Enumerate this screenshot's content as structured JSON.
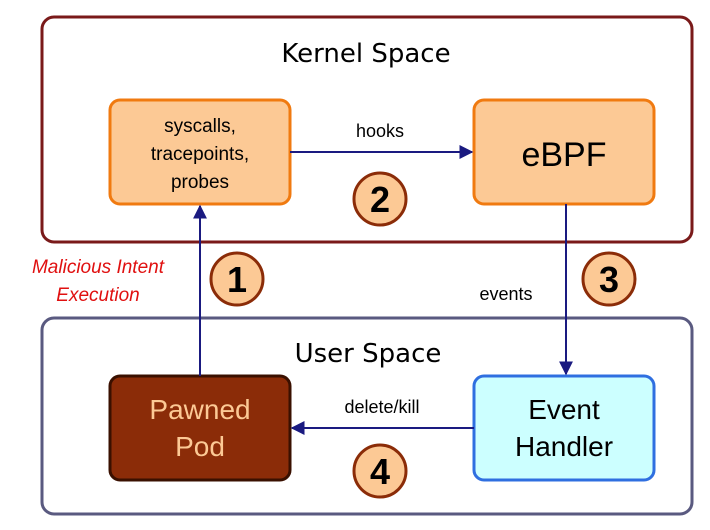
{
  "regions": {
    "kernel": {
      "title": "Kernel Space"
    },
    "user": {
      "title": "User Space"
    }
  },
  "nodes": {
    "syscalls": {
      "lines": [
        "syscalls,",
        "tracepoints,",
        "probes"
      ]
    },
    "ebpf": {
      "label": "eBPF"
    },
    "handler": {
      "lines": [
        "Event",
        "Handler"
      ]
    },
    "pod": {
      "lines": [
        "Pawned",
        "Pod"
      ]
    }
  },
  "edges": {
    "hooks": "hooks",
    "events": "events",
    "delete_kill": "delete/kill",
    "malicious": [
      "Malicious Intent",
      "Execution"
    ]
  },
  "steps": [
    "1",
    "2",
    "3",
    "4"
  ],
  "colors": {
    "kernel_border": "#7a1a1a",
    "user_border": "#5a5a80",
    "orange_fill": "#fcc995",
    "orange_border": "#f07a10",
    "pod_fill": "#8b2c08",
    "pod_text": "#fcc995",
    "handler_fill": "#ccffff",
    "handler_border": "#2f6fe0",
    "arrow": "#1a1a80",
    "step_fill": "#fcc995",
    "step_border": "#8b2c08",
    "malicious_text": "#e01010"
  }
}
